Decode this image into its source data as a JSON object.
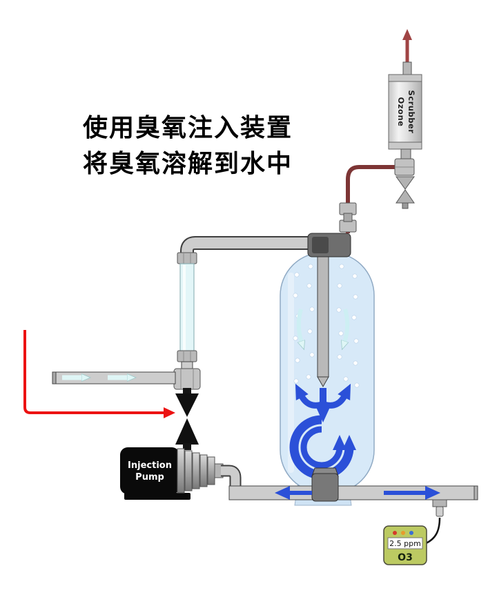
{
  "diagram": {
    "title": {
      "line1": "使用臭氧注入装置",
      "line2": "将臭氧溶解到水中"
    },
    "scrubber": {
      "label_line1": "Ozone",
      "label_line2": "Scrubber"
    },
    "pump": {
      "label_line1": "Injection",
      "label_line2": "Pump"
    },
    "meter": {
      "reading": "2.5 ppm",
      "label": "O3"
    },
    "colors": {
      "ozone_gas_line": "#7d3535",
      "vent_arrow": "#a04444",
      "water_flow_arrow": "#2b50d8",
      "injection_arrow": "#ec1212",
      "inlet_flow_arrow": "#dff6f6",
      "tank_fill": "#d7e9f8",
      "pipe_fill": "#cdcdcd",
      "meter_body": "#bcca62"
    }
  }
}
